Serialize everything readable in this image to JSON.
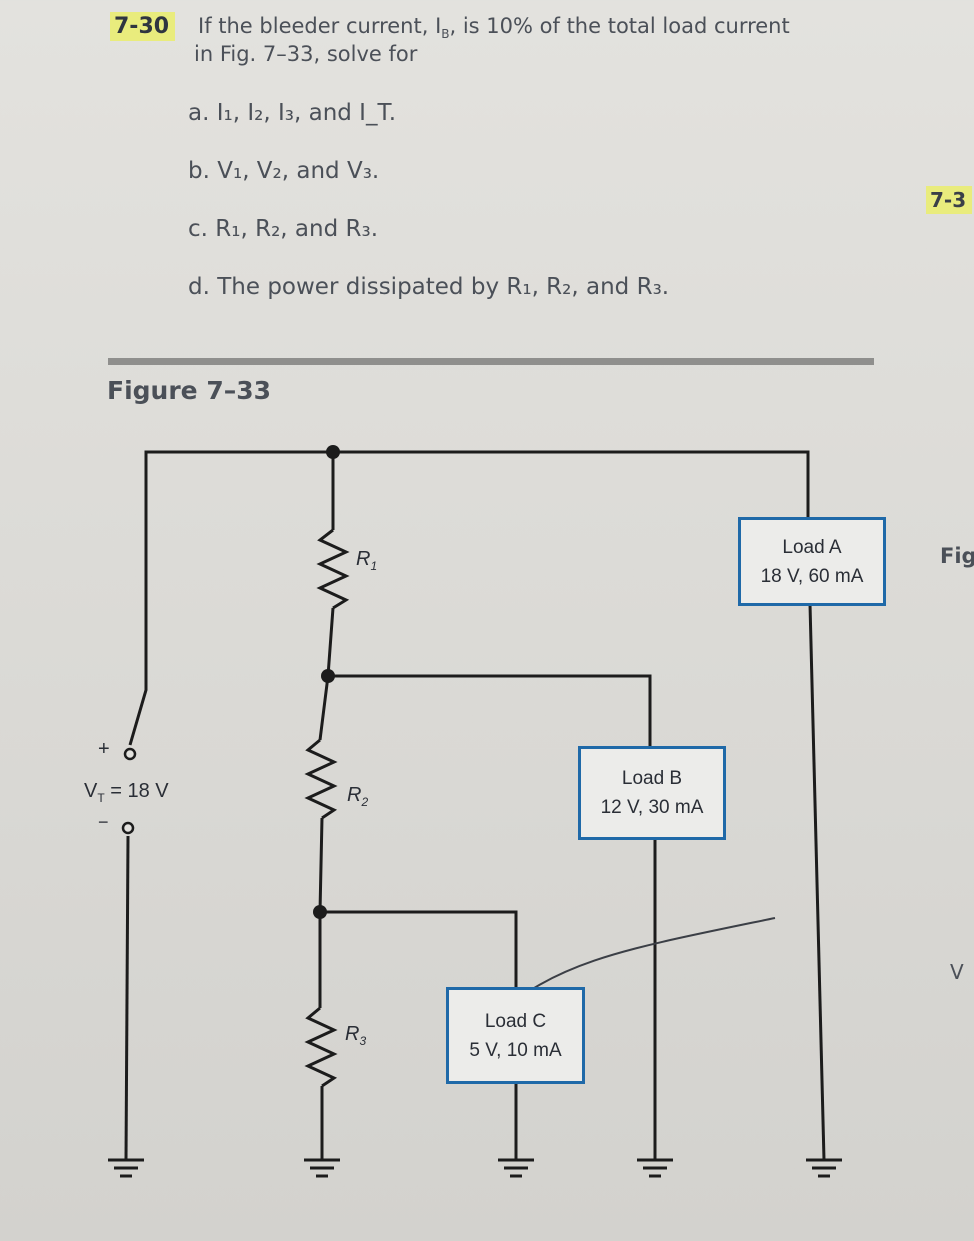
{
  "problem": {
    "number": "7-30",
    "line1": "If the bleeder current, I",
    "line1_sub": "B",
    "line1_rest": ", is 10% of the total load current",
    "line2": "in Fig. 7–33, solve for",
    "parts": {
      "a": {
        "letter": "a.",
        "text": "I₁, I₂, I₃, and I_T."
      },
      "b": {
        "letter": "b.",
        "text": "V₁, V₂, and V₃."
      },
      "c": {
        "letter": "c.",
        "text": "R₁, R₂, and R₃."
      },
      "d": {
        "letter": "d.",
        "text": "The power dissipated by R₁, R₂, and R₃."
      }
    }
  },
  "side_label": "7-3",
  "side_fig": "Fig",
  "side_v": "V",
  "figure": {
    "title": "Figure 7–33",
    "source": {
      "plus": "+",
      "minus": "−",
      "label_v": "V",
      "label_sub": "T",
      "label_rest": " = 18 V"
    },
    "resistors": {
      "r1": "R",
      "r1_sub": "1",
      "r2": "R",
      "r2_sub": "2",
      "r3": "R",
      "r3_sub": "3"
    },
    "loads": {
      "a": {
        "name": "Load A",
        "rating": "18 V, 60 mA"
      },
      "b": {
        "name": "Load B",
        "rating": "12 V, 30 mA"
      },
      "c": {
        "name": "Load C",
        "rating": "5 V, 10 mA"
      }
    }
  },
  "colors": {
    "wire": "#1c1c1c",
    "box_border": "#1f69a8",
    "highlight": "#e9ec7d",
    "page": "#dcdbd7"
  }
}
